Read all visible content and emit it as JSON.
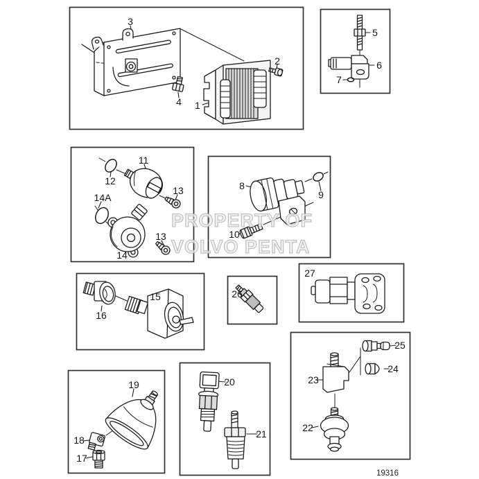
{
  "figure": {
    "number": "19316"
  },
  "watermark": {
    "line1": "PROPERTY OF",
    "line2": "VOLVO PENTA"
  },
  "colors": {
    "line": "#1c1c1c",
    "box_border": "#303030",
    "watermark_outline": "#b9b9b9",
    "background": "#ffffff",
    "shade_light": "#ececec",
    "shade_mid": "#dcdcdc",
    "shade_dark": "#bdbdbd"
  },
  "callouts": {
    "n1": "1",
    "n2": "2",
    "n3": "3",
    "n4": "4",
    "n5": "5",
    "n6": "6",
    "n7": "7",
    "n8": "8",
    "n9": "9",
    "n10": "10",
    "n11": "11",
    "n12": "12",
    "n13a": "13",
    "n13b": "13",
    "n14": "14",
    "n14A": "14A",
    "n15": "15",
    "n16": "16",
    "n17": "17",
    "n18": "18",
    "n19": "19",
    "n20": "20",
    "n21": "21",
    "n22": "22",
    "n23": "23",
    "n24": "24",
    "n25": "25",
    "n26": "26",
    "n27": "27"
  }
}
